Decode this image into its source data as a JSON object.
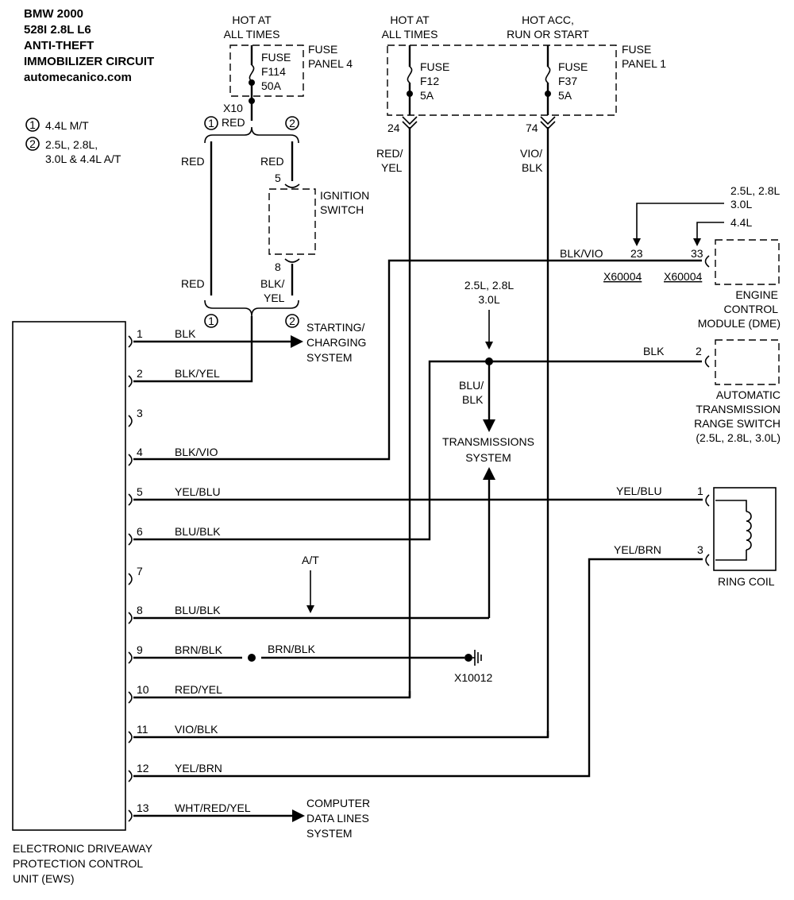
{
  "header": {
    "lines": [
      "BMW 2000",
      "528I 2.8L L6",
      "ANTI-THEFT",
      "IMMOBILIZER CIRCUIT",
      "automecanico.com"
    ]
  },
  "legend": [
    {
      "num": "1",
      "lines": [
        "4.4L M/T"
      ]
    },
    {
      "num": "2",
      "lines": [
        "2.5L, 2.8L,",
        "3.0L & 4.4L A/T"
      ]
    }
  ],
  "fuse_panel4": {
    "source": [
      "HOT AT",
      "ALL TIMES"
    ],
    "panel": [
      "FUSE",
      "PANEL 4"
    ],
    "fuse": [
      "FUSE",
      "F114",
      "50A"
    ],
    "connector": "X10",
    "wire": "RED"
  },
  "fuse_panel1": {
    "panel": [
      "FUSE",
      "PANEL 1"
    ],
    "f12_source": [
      "HOT AT",
      "ALL TIMES"
    ],
    "f12": [
      "FUSE",
      "F12",
      "5A"
    ],
    "f12_pin": "24",
    "f12_wire": [
      "RED/",
      "YEL"
    ],
    "f37_source": [
      "HOT ACC,",
      "RUN OR START"
    ],
    "f37": [
      "FUSE",
      "F37",
      "5A"
    ],
    "f37_pin": "74",
    "f37_wire": [
      "VIO/",
      "BLK"
    ]
  },
  "ignition": {
    "label": [
      "IGNITION",
      "SWITCH"
    ],
    "pin_in": "5",
    "pin_out": "8",
    "wire_left": "RED",
    "wire_left_lower": "RED",
    "wire_in": "RED",
    "wire_out": [
      "BLK/",
      "YEL"
    ],
    "option1": "1",
    "option2": "2"
  },
  "ecm": {
    "label": [
      "ENGINE",
      "CONTROL",
      "MODULE (DME)"
    ],
    "note_a": [
      "2.5L, 2.8L",
      "3.0L"
    ],
    "note_b": "4.4L",
    "wire": "BLK/VIO",
    "pin_a": "23",
    "pin_b": "33",
    "conn_a": "X60004",
    "conn_b": "X60004"
  },
  "trans_switch": {
    "label": [
      "AUTOMATIC",
      "TRANSMISSION",
      "RANGE SWITCH",
      "(2.5L, 2.8L, 3.0L)"
    ],
    "note": [
      "2.5L, 2.8L",
      "3.0L"
    ],
    "wire": "BLK",
    "pin": "2",
    "branch_wire": [
      "BLU/",
      "BLK"
    ]
  },
  "trans_system": [
    "TRANSMISSIONS",
    "SYSTEM"
  ],
  "ring_coil": {
    "label": "RING COIL",
    "pin1": "1",
    "pin3": "3",
    "wire1": "YEL/BLU",
    "wire3": "YEL/BRN"
  },
  "ews": {
    "label": [
      "ELECTRONIC DRIVEAWAY",
      "PROTECTION CONTROL",
      "UNIT (EWS)"
    ],
    "pins": [
      {
        "num": "1",
        "wire": "BLK"
      },
      {
        "num": "2",
        "wire": "BLK/YEL"
      },
      {
        "num": "3",
        "wire": ""
      },
      {
        "num": "4",
        "wire": "BLK/VIO"
      },
      {
        "num": "5",
        "wire": "YEL/BLU"
      },
      {
        "num": "6",
        "wire": "BLU/BLK"
      },
      {
        "num": "7",
        "wire": ""
      },
      {
        "num": "8",
        "wire": "BLU/BLK"
      },
      {
        "num": "9",
        "wire": "BRN/BLK"
      },
      {
        "num": "10",
        "wire": "RED/YEL"
      },
      {
        "num": "11",
        "wire": "VIO/BLK"
      },
      {
        "num": "12",
        "wire": "YEL/BRN"
      },
      {
        "num": "13",
        "wire": "WHT/RED/YEL"
      }
    ]
  },
  "starting": [
    "STARTING/",
    "CHARGING",
    "SYSTEM"
  ],
  "computer": [
    "COMPUTER",
    "DATA LINES",
    "SYSTEM"
  ],
  "at_note": "A/T",
  "ground": {
    "wire": "BRN/BLK",
    "connector": "X10012"
  }
}
